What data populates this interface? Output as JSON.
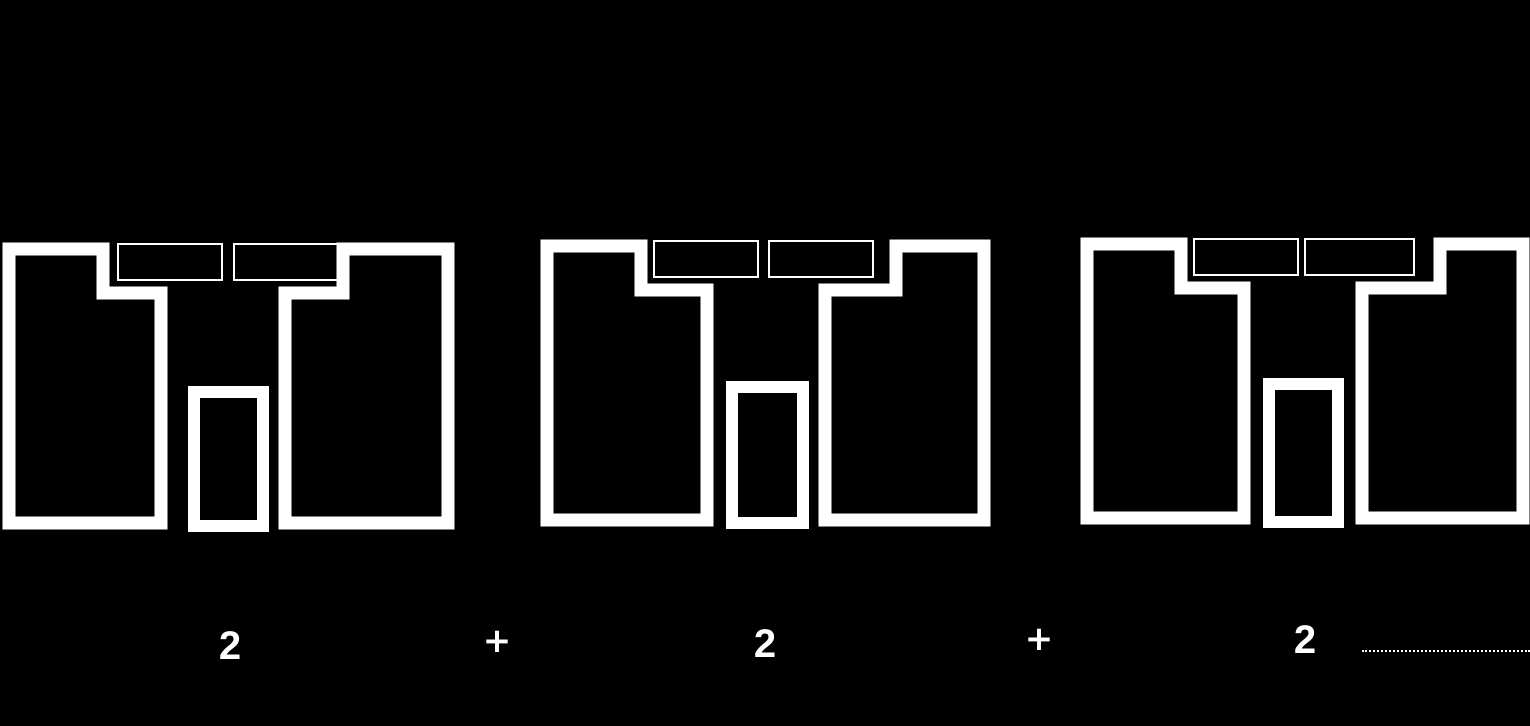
{
  "diagram": {
    "background_color": "#000000",
    "stroke_color": "#ffffff",
    "units": [
      {
        "label": "2"
      },
      {
        "label": "2"
      },
      {
        "label": "2"
      }
    ],
    "operators": [
      "+",
      "+"
    ],
    "continuation": "dotted-line"
  }
}
